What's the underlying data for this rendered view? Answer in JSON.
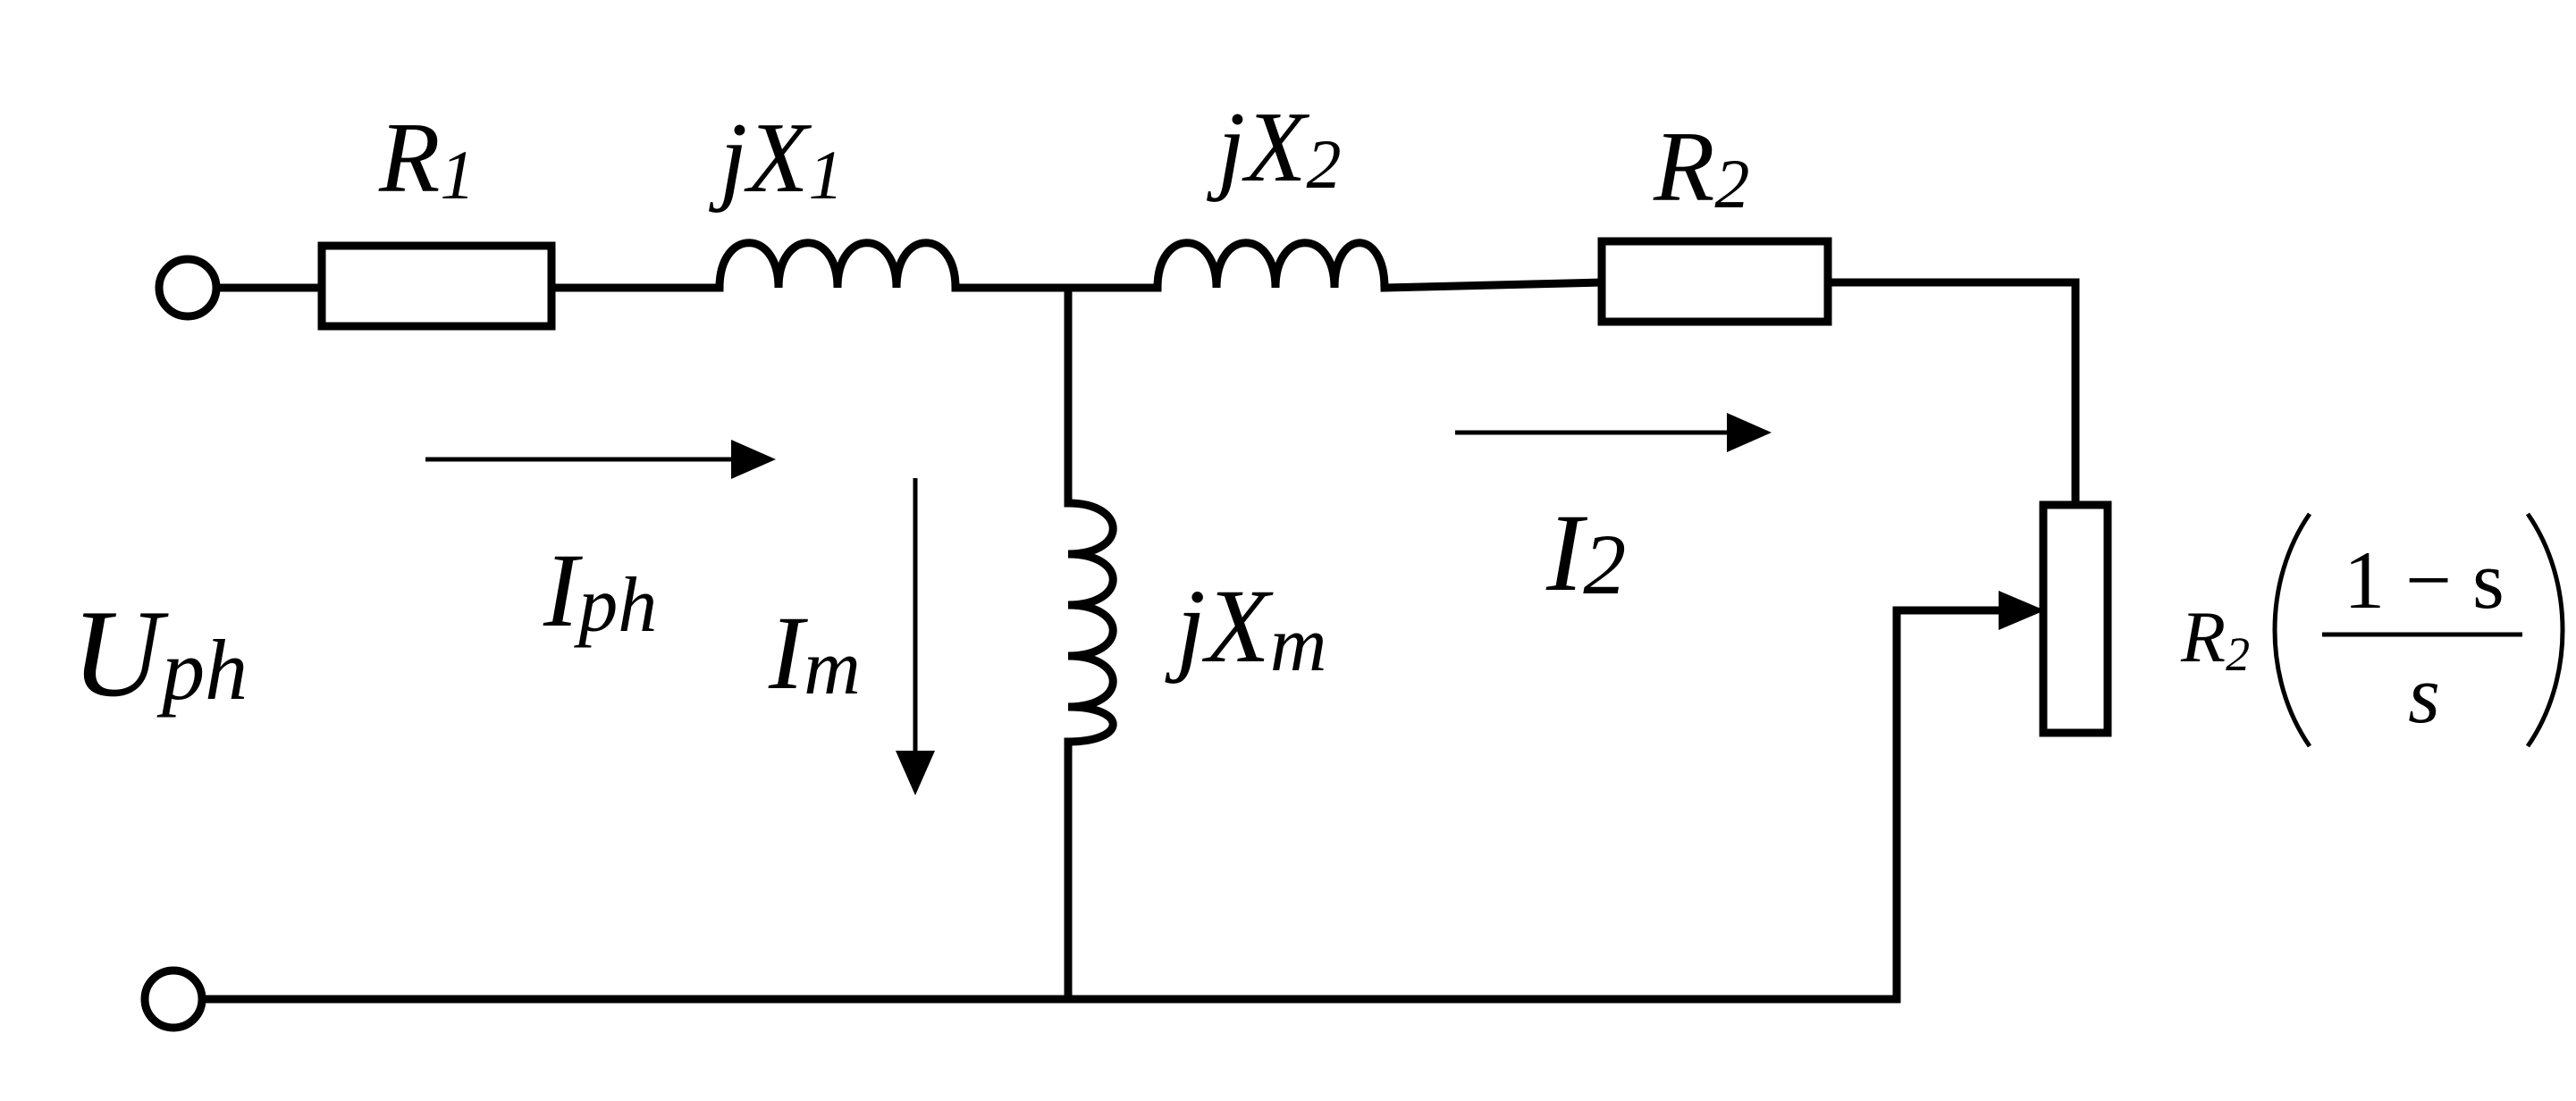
{
  "labels": {
    "r1": "R",
    "r1_sub": "1",
    "x1": "jX",
    "x1_sub": "1",
    "x2": "jX",
    "x2_sub": "2",
    "r2": "R",
    "r2_sub": "2",
    "iph": "I",
    "iph_sub": "ph",
    "im": "I",
    "im_sub": "m",
    "xm": "jX",
    "xm_sub": "m",
    "i2": "I",
    "i2_sub": "2",
    "uph": "U",
    "uph_sub": "ph",
    "load_r": "R",
    "load_r_sub": "2",
    "load_num": "1 − s",
    "load_den": "s"
  }
}
